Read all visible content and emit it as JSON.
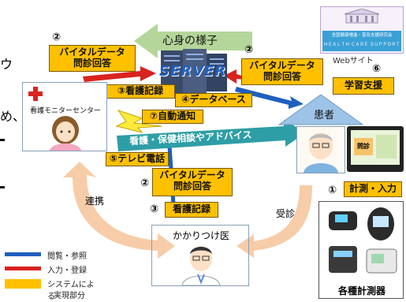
{
  "cut_text": {
    "right_frag_1": "ウ",
    "right_frag_2": "め、"
  },
  "top_arrow_label": "心身の様子",
  "server_label": "SERVER",
  "website": {
    "label": "Webサイト",
    "badge": "⑥",
    "sign_line1": "全国健康増進・普及支援研究会",
    "sign_line2": "ＨＥＡＬＴＨ ＣＡＲＥ ＳＵＰＰＯＲＴ"
  },
  "boxes": {
    "vital_left": {
      "num": "②",
      "line1": "バイタルデータ",
      "line2": "問診回答"
    },
    "vital_right": {
      "num": "②",
      "line1": "バイタルデータ",
      "line2": "問診回答"
    },
    "nursing_record_top": "③看護記録",
    "database": "④データベース",
    "auto_notify": "⑦自動通知",
    "learning_support": "学習支援",
    "tv_phone": "⑤テレビ電話",
    "vital_bottom": {
      "num": "②",
      "line1": "バイタルデータ",
      "line2": "問診回答"
    },
    "nursing_record_bottom": {
      "num": "③",
      "text": "看護記録"
    },
    "measure_input": {
      "num": "①",
      "text": "計測・入力"
    }
  },
  "center_band": "看護・保健相談やアドバイス",
  "nodes": {
    "monitor_center": "看護モニターセンター",
    "patient": "患者",
    "doctor": "かかりつけ医",
    "devices": "各種計測器"
  },
  "tv_screen_text": "問診",
  "edges": {
    "cooperation": "連携",
    "visit": "受診"
  },
  "legend": [
    {
      "label": "閲覧・参照",
      "color": "#1f5fbf"
    },
    {
      "label": "入力・登録",
      "color": "#d9231f"
    },
    {
      "label": "システムによる",
      "label2": "実現部分",
      "color": "#ffc000"
    }
  ],
  "colors": {
    "yellow": "#ffc000",
    "blue": "#1f5fbf",
    "red": "#d9231f",
    "green_arrow": "#a9d18e",
    "orange_arrow": "#f8cbad",
    "teal_band": "#2e9ea6",
    "house_blue": "#9dc3e6"
  }
}
